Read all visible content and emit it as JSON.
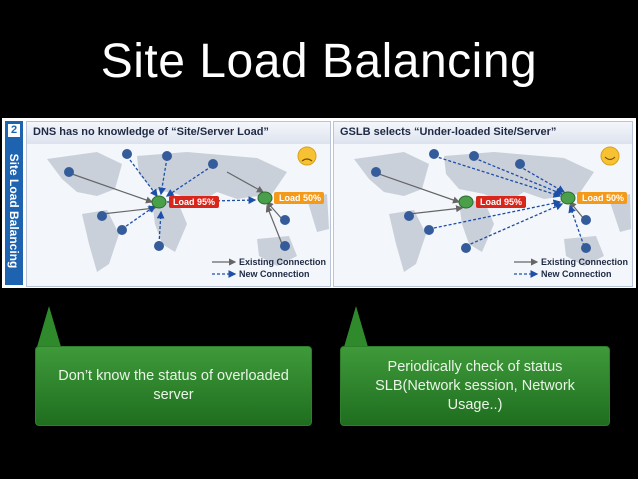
{
  "slide": {
    "title": "Site Load Balancing"
  },
  "figure": {
    "side_number": "2",
    "side_label": "Site Load Balancing",
    "left_panel": {
      "title": "DNS has no knowledge of “Site/Server Load”",
      "load_high": "Load 95%",
      "load_low": "Load 50%",
      "legend_existing": "Existing Connection",
      "legend_new": "New Connection"
    },
    "right_panel": {
      "title": "GSLB selects “Under-loaded Site/Server”",
      "load_high": "Load 95%",
      "load_low": "Load 50%",
      "legend_existing": "Existing Connection",
      "legend_new": "New Connection"
    }
  },
  "callouts": {
    "left": "Don’t know the status of overloaded server",
    "right": "Periodically check of status SLB(Network session, Network Usage..)"
  },
  "colors": {
    "background": "#000000",
    "callout_green": "#2f8a2c",
    "side_blue": "#1d63b0",
    "load_high_red": "#d9261c",
    "load_low_orange": "#f39a1a"
  }
}
